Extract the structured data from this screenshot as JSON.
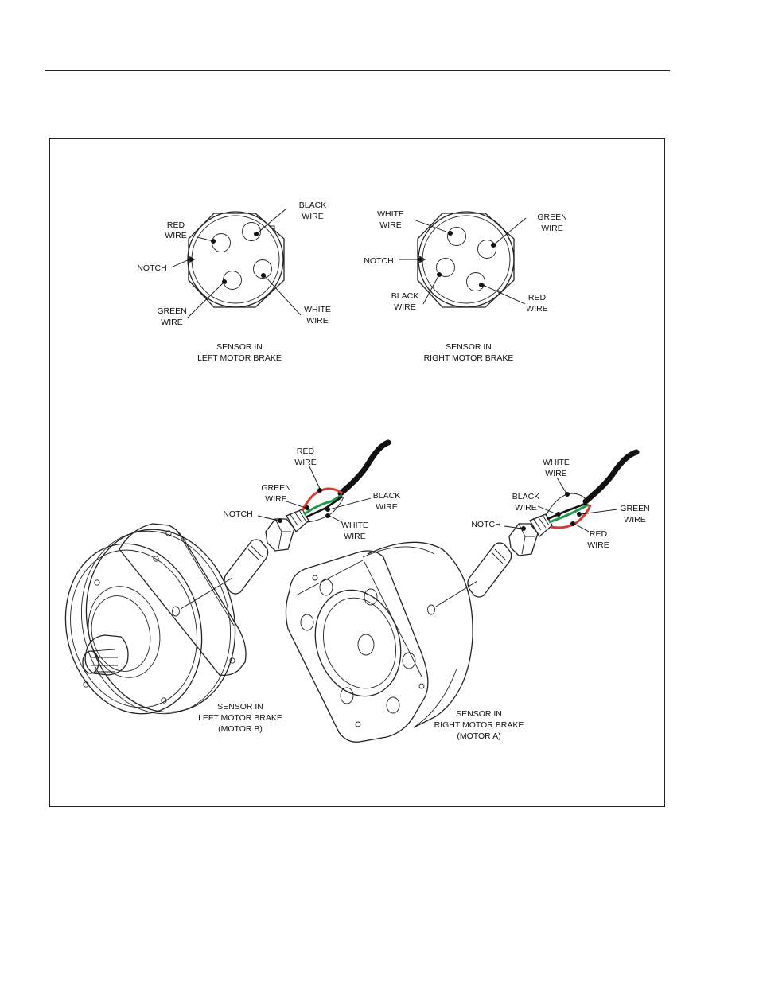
{
  "top_left_sensor": {
    "title": [
      "SENSOR IN",
      "LEFT MOTOR BRAKE"
    ],
    "red": [
      "RED",
      "WIRE"
    ],
    "black": [
      "BLACK",
      "WIRE"
    ],
    "notch": "NOTCH",
    "green": [
      "GREEN",
      "WIRE"
    ],
    "white": [
      "WHITE",
      "WIRE"
    ]
  },
  "top_right_sensor": {
    "title": [
      "SENSOR IN",
      "RIGHT MOTOR BRAKE"
    ],
    "white": [
      "WHITE",
      "WIRE"
    ],
    "green": [
      "GREEN",
      "WIRE"
    ],
    "notch": "NOTCH",
    "black": [
      "BLACK",
      "WIRE"
    ],
    "red": [
      "RED",
      "WIRE"
    ]
  },
  "bottom_left": {
    "red": [
      "RED",
      "WIRE"
    ],
    "green": [
      "GREEN",
      "WIRE"
    ],
    "black": [
      "BLACK",
      "WIRE"
    ],
    "notch": "NOTCH",
    "white": [
      "WHITE",
      "WIRE"
    ],
    "title": [
      "SENSOR IN",
      "LEFT MOTOR BRAKE",
      "(MOTOR B)"
    ]
  },
  "bottom_right": {
    "white": [
      "WHITE",
      "WIRE"
    ],
    "black": [
      "BLACK",
      "WIRE"
    ],
    "green": [
      "GREEN",
      "WIRE"
    ],
    "notch": "NOTCH",
    "red": [
      "RED",
      "WIRE"
    ],
    "title": [
      "SENSOR IN",
      "RIGHT MOTOR BRAKE",
      "(MOTOR A)"
    ]
  },
  "colors": {
    "red_wire": "#d8392b",
    "green_wire": "#1e9a4a",
    "black_wire": "#111111",
    "line": "#222222"
  }
}
